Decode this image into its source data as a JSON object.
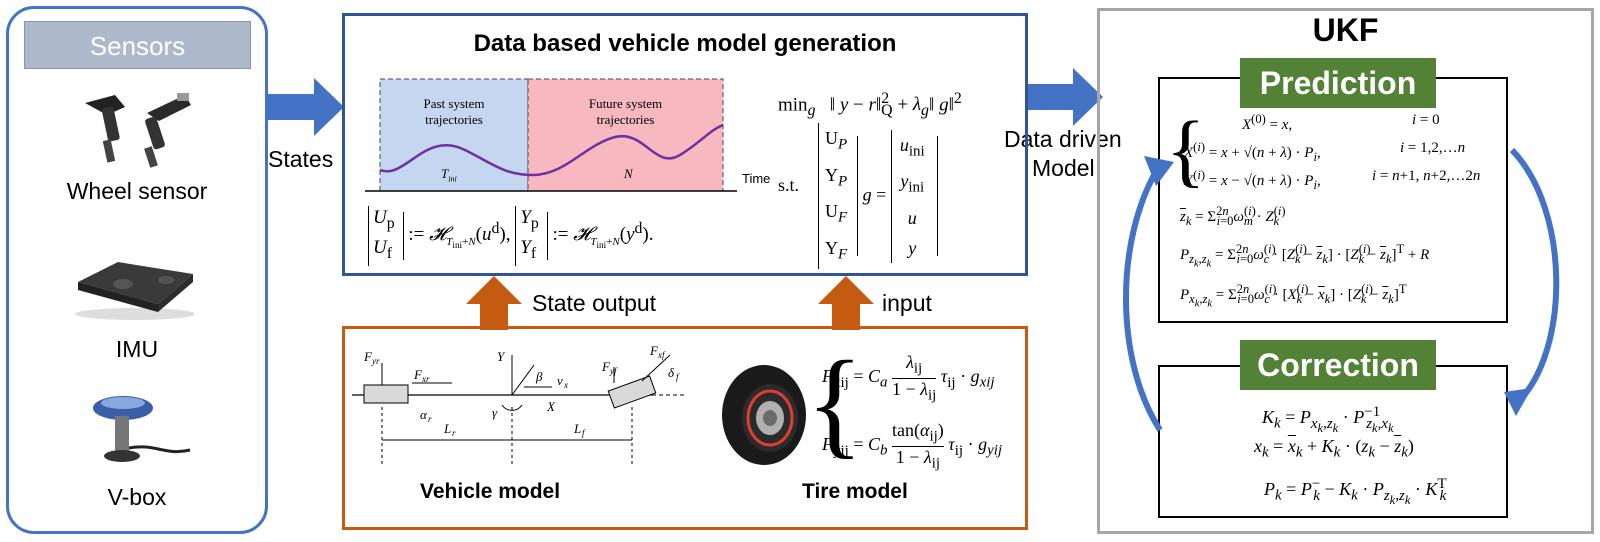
{
  "sensors": {
    "header": "Sensors",
    "items": [
      "Wheel sensor",
      "IMU",
      "V-box"
    ]
  },
  "arrows": {
    "states": "States",
    "data_driven": "Data driven",
    "model": "Model",
    "state_output": "State output",
    "input": "input"
  },
  "generation": {
    "title": "Data based vehicle model generation",
    "past_label_1": "Past system",
    "past_label_2": "trajectories",
    "future_label_1": "Future system",
    "future_label_2": "trajectories",
    "t_ini": "T",
    "t_ini_sub": "ini",
    "n_label": "N",
    "time_label": "Time",
    "min_label": "min",
    "st_label": "s.t."
  },
  "vehicle": {
    "title": "Vehicle model",
    "tire_title": "Tire model"
  },
  "ukf": {
    "title": "UKF",
    "prediction": "Prediction",
    "correction": "Correction"
  },
  "colors": {
    "sensor_border": "#4472c4",
    "gen_border": "#2f5597",
    "vehicle_border": "#c55a11",
    "ukf_border": "#a6a6a6",
    "green": "#538135",
    "blue_arrow": "#4472c4",
    "orange_arrow": "#c55a11"
  }
}
